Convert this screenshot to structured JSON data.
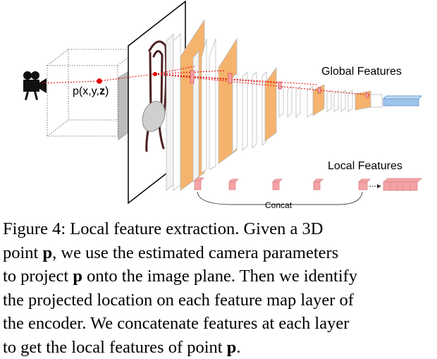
{
  "figure": {
    "global_features_label": "Global Features",
    "local_features_label": "Local Features",
    "concat_label": "Concat",
    "point_label_prefix": "p(x,y,",
    "point_label_bold": "z",
    "point_label_suffix": ")",
    "colors": {
      "orange_layer": "#f5b36d",
      "white_layer": "#ffffff",
      "local_feature": "#f4a3a6",
      "global_vector": "#9ec3ea",
      "projection_point": "#e60000"
    },
    "icons": [
      "camera-icon"
    ]
  },
  "caption": {
    "lines": [
      [
        {
          "t": "Figure 4:  Local feature extraction.  Given a 3D"
        }
      ],
      [
        {
          "t": "point "
        },
        {
          "t": "p",
          "b": true
        },
        {
          "t": ", we use the estimated camera parameters"
        }
      ],
      [
        {
          "t": "to project "
        },
        {
          "t": "p",
          "b": true
        },
        {
          "t": " onto the image plane. Then we identify"
        }
      ],
      [
        {
          "t": "the projected location on each feature map layer of"
        }
      ],
      [
        {
          "t": "the encoder. We concatenate features at each layer"
        }
      ],
      [
        {
          "t": "to get the local features of point "
        },
        {
          "t": "p",
          "b": true
        },
        {
          "t": "."
        }
      ]
    ]
  }
}
